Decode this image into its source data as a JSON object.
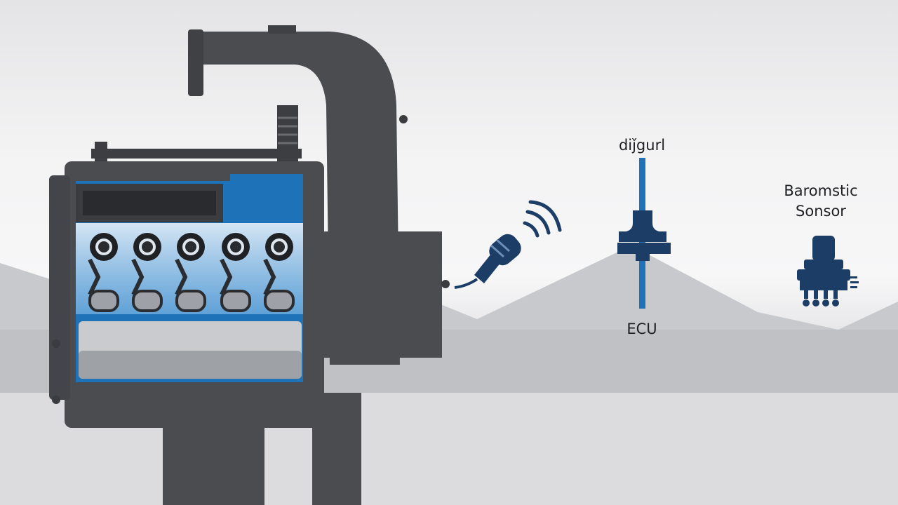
{
  "labels": {
    "top_sensor": "diǰgurl",
    "ecu": "ECU",
    "barometric_line1": "Baromstic",
    "barometric_line2": "Sonsor"
  },
  "colors": {
    "engine_dark": "#4a4c50",
    "accent_blue": "#1e73b8",
    "sensor_navy": "#1c3d66",
    "mountain": "#c4c5c8",
    "sump": "#c9cbcf"
  },
  "icons": [
    "engine-icon",
    "knock-sensor-icon",
    "signal-waves-icon",
    "ecu-sensor-icon",
    "barometric-sensor-icon"
  ]
}
